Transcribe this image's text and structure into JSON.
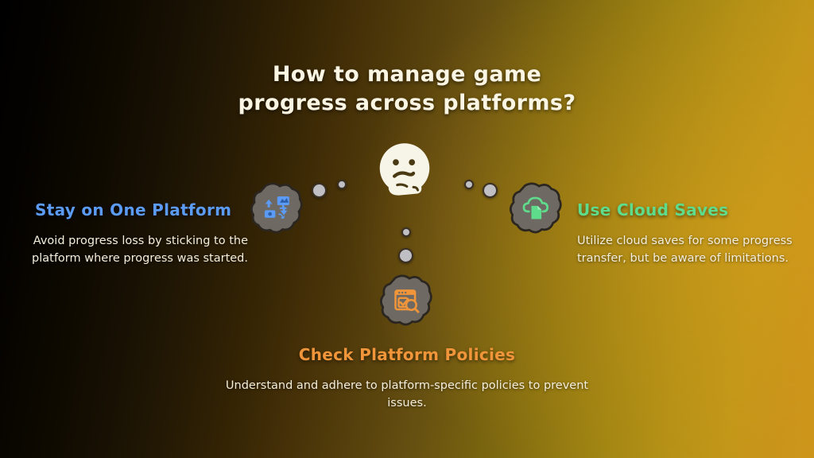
{
  "colors": {
    "title_text": "#FBF6E4",
    "body_text": "#F4EEDC",
    "accent_blue": "#5B9BF5",
    "accent_green": "#5FDB8C",
    "accent_orange": "#F0953A",
    "badge_fill": "#6E6A63",
    "badge_outline": "#2B2620",
    "dot_fill": "#BFBFC4",
    "face_fill": "#F7F4E8",
    "bg_dark": "#000000",
    "bg_gold": "#C8921A"
  },
  "title": {
    "line1": "How to manage game",
    "line2": "progress across platforms?"
  },
  "center": {
    "icon": "thinking-face-emoji"
  },
  "branches": [
    {
      "id": "stay-on-one-platform",
      "heading": "Stay on One Platform",
      "body": "Avoid progress loss by sticking to the platform where progress was started.",
      "icon": "device-transfer-icon",
      "accent": "#5B9BF5"
    },
    {
      "id": "use-cloud-saves",
      "heading": "Use Cloud Saves",
      "body": "Utilize cloud saves for some progress transfer, but be aware of limitations.",
      "icon": "cloud-upload-file-icon",
      "accent": "#5FDB8C"
    },
    {
      "id": "check-platform-policies",
      "heading": "Check Platform Policies",
      "body": "Understand and adhere to platform-specific policies to prevent issues.",
      "icon": "browser-checklist-search-icon",
      "accent": "#F0953A"
    }
  ]
}
